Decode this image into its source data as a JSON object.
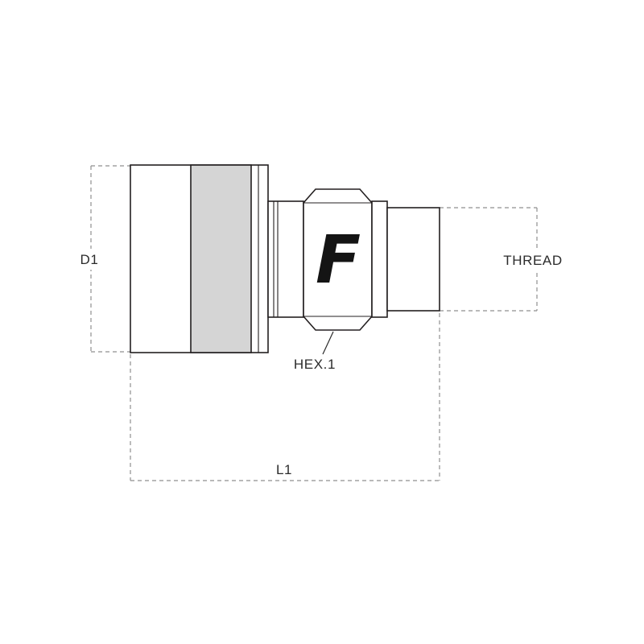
{
  "diagram": {
    "title": "connector-technical-drawing",
    "labels": {
      "d1": "D1",
      "thread": "THREAD",
      "hex1": "HEX.1",
      "l1": "L1"
    },
    "brand": {
      "logo_letter": "F"
    },
    "colors": {
      "outline": "#231f20",
      "dimension_line": "#8f8f8f",
      "band_fill": "#d5d5d5",
      "logo": "#141414",
      "background": "#ffffff"
    }
  }
}
